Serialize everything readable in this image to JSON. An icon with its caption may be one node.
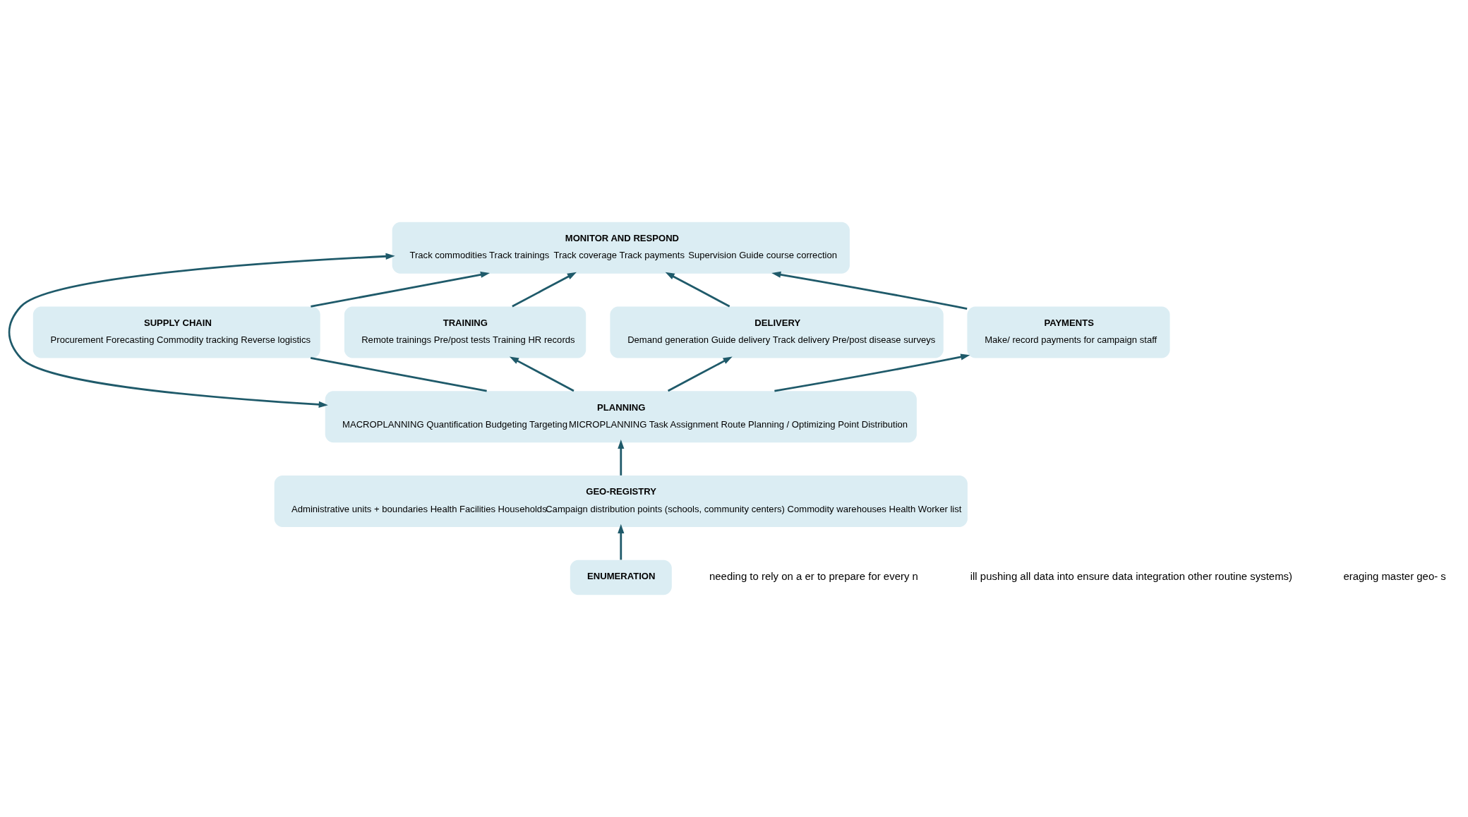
{
  "diagram": {
    "nodes": [
      {
        "text": [
          "MONITOR AND RESPOND",
          "Track commodities Track trainings",
          "Track coverage Track payments",
          "Supervision Guide course correction"
        ]
      },
      {
        "text": [
          "SUPPLY CHAIN",
          "Procurement Forecasting Commodity tracking Reverse logistics"
        ]
      },
      {
        "text": [
          "TRAINING",
          "Remote trainings Pre/post tests Training HR records"
        ]
      },
      {
        "text": [
          "DELIVERY",
          "Demand generation Guide delivery Track delivery Pre/post disease surveys"
        ]
      },
      {
        "text": [
          "PAYMENTS",
          "Make/ record payments for campaign staff"
        ]
      },
      {
        "text": [
          "PLANNING",
          "MACROPLANNING Quantification Budgeting Targeting",
          "MICROPLANNING Task Assignment Route Planning / Optimizing Point Distribution"
        ]
      },
      {
        "text": [
          "GEO-REGISTRY",
          "Administrative units + boundaries Health Facilities Households",
          "Campaign distribution points (schools, community centers) Commodity warehouses Health Worker list"
        ]
      },
      {
        "text": [
          "ENUMERATION"
        ]
      }
    ],
    "edges": [
      {
        "from": 1,
        "to": 0,
        "arrow": "to"
      },
      {
        "from": 2,
        "to": 0,
        "arrow": "to"
      },
      {
        "from": 3,
        "to": 0,
        "arrow": "to"
      },
      {
        "from": 4,
        "to": 0,
        "arrow": "to"
      },
      {
        "from": 5,
        "to": 1,
        "arrow": "none"
      },
      {
        "from": 5,
        "to": 2,
        "arrow": "to"
      },
      {
        "from": 5,
        "to": 3,
        "arrow": "to"
      },
      {
        "from": 5,
        "to": 4,
        "arrow": "to"
      },
      {
        "from": 6,
        "to": 5,
        "arrow": "to"
      },
      {
        "from": 7,
        "to": 6,
        "arrow": "to"
      },
      {
        "from": 5,
        "to": 0,
        "arrow": "both"
      }
    ],
    "labels": [
      "needing to rely on a er to prepare for every n",
      "ill pushing all data into ensure data integration other routine systems)",
      "eraging master geo- s"
    ]
  }
}
